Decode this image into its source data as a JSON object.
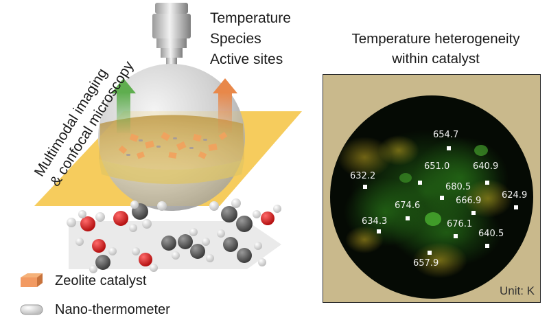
{
  "properties": [
    "Temperature",
    "Species",
    "Active sites"
  ],
  "panel": {
    "title_line1": "Temperature heterogeneity",
    "title_line2": "within catalyst",
    "unit_label": "Unit: K"
  },
  "rotated_label": {
    "line1": "Multimodal imaging",
    "line2": "& confocal microscopy"
  },
  "legend": {
    "zeolite": "Zeolite catalyst",
    "thermometer": "Nano-thermometer"
  },
  "temperature_points": [
    {
      "value": "654.7"
    },
    {
      "value": "651.0"
    },
    {
      "value": "640.9"
    },
    {
      "value": "632.2"
    },
    {
      "value": "680.5"
    },
    {
      "value": "666.9"
    },
    {
      "value": "624.9"
    },
    {
      "value": "674.6"
    },
    {
      "value": "634.3"
    },
    {
      "value": "676.1"
    },
    {
      "value": "640.5"
    },
    {
      "value": "657.9"
    }
  ],
  "colors": {
    "arrow_left": "#7fbf6a",
    "arrow_right": "#e8884a",
    "plane": "#f6c646",
    "catalyst": "#f29a62",
    "oxygen": "#d81c1c",
    "carbon": "#5a5a5a",
    "panel_background": "#c9b98c"
  }
}
